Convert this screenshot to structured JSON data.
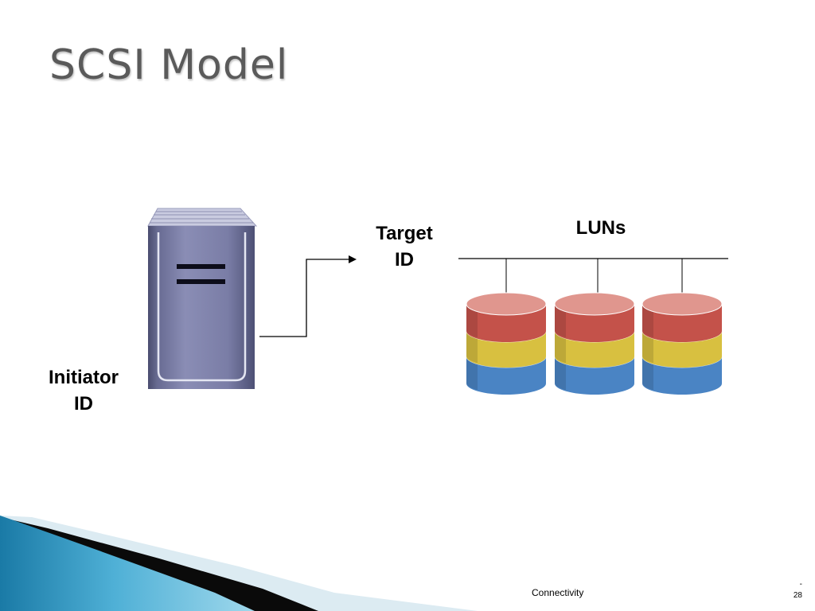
{
  "slide": {
    "title": "SCSI Model",
    "footer_text": "Connectivity",
    "page_prefix": "-",
    "page_number": "28"
  },
  "diagram": {
    "initiator_label_line1": "Initiator",
    "initiator_label_line2": "ID",
    "target_label_line1": "Target",
    "target_label_line2": "ID",
    "luns_label": "LUNs",
    "server_icon": "server-tower-icon",
    "disk_icon": "disk-cylinder-icon",
    "lun_disk_count": 3,
    "disk_band_colors": {
      "top": "#e0968e",
      "red": "#c4524a",
      "yellow": "#d8c040",
      "blue": "#4a84c4"
    },
    "server_color": "#7a7ea6"
  }
}
